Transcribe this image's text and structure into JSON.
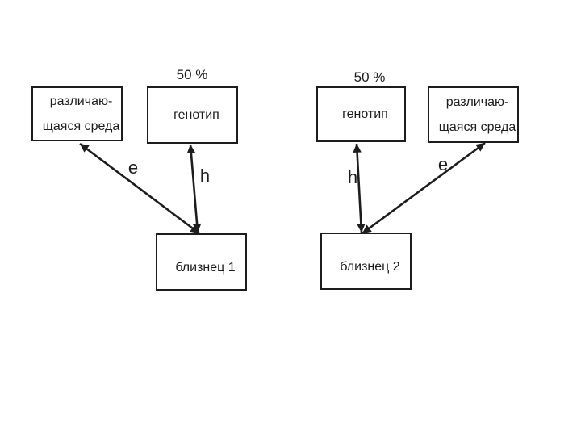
{
  "colors": {
    "background": "#ffffff",
    "ink": "#1d1d1d"
  },
  "annotations": {
    "pct_left": "50 %",
    "pct_right": "50 %"
  },
  "path_labels": {
    "e_left": "e",
    "h_left": "h",
    "h_right": "h",
    "e_right": "e"
  },
  "boxes": {
    "env_left": {
      "line1": "различаю-",
      "line2": "щаяся среда"
    },
    "genotype_left": {
      "label": "генотип"
    },
    "genotype_right": {
      "label": "генотип"
    },
    "env_right": {
      "line1": "различаю-",
      "line2": "щаяся среда"
    },
    "twin1": {
      "label": "близнец 1"
    },
    "twin2": {
      "label": "близнец 2"
    }
  }
}
